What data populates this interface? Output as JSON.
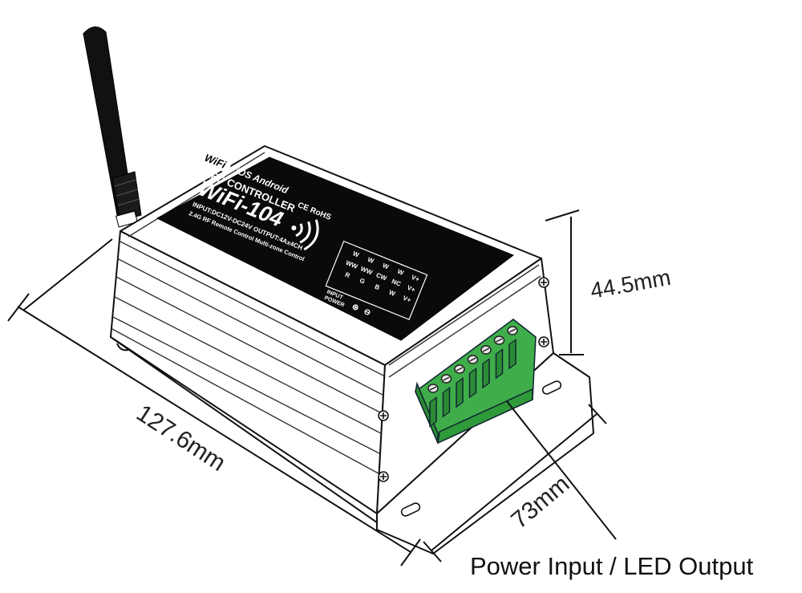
{
  "figure": {
    "callout_label": "Power Input / LED Output",
    "dimensions": {
      "length": "127.6mm",
      "width": "73mm",
      "height": "44.5mm"
    }
  },
  "device": {
    "wifi_badge": "WiFi",
    "platforms": "iOS  Android",
    "certs": "CE RoHS",
    "heading": "LED CONTROLLER",
    "model": "WiFi-104",
    "spec_line": "INPUT:DC12V-DC24V   OUTPUT:4Ax4CH",
    "feature_line": "2.4G RF Remote Control   Multi-zone Control",
    "terminal_grid": [
      [
        "V+",
        "V+",
        "V+"
      ],
      [
        "W",
        "NC",
        "W"
      ],
      [
        "W",
        "CW",
        "B"
      ],
      [
        "W",
        "WW",
        "G"
      ],
      [
        "W",
        "WW",
        "R"
      ]
    ],
    "input_label": "INPUT",
    "power_label": "POWER",
    "plus_symbol": "⊕",
    "minus_symbol": "⊖"
  }
}
